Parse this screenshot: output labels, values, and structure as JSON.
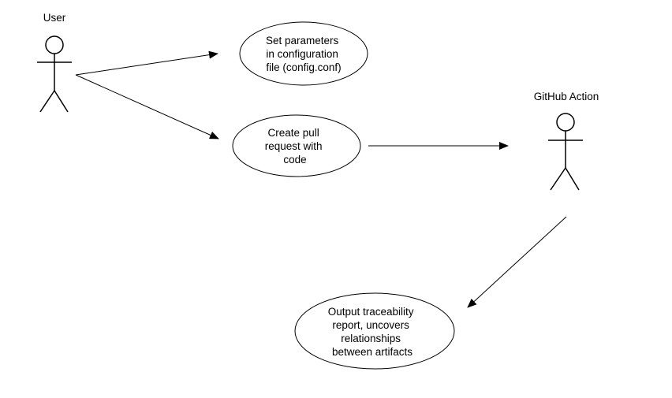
{
  "actors": {
    "user": {
      "label": "User"
    },
    "github_action": {
      "label": "GitHub Action"
    }
  },
  "use_cases": {
    "set_parameters": {
      "lines": [
        "Set parameters",
        "in configuration",
        "file (config.conf)"
      ]
    },
    "create_pull_request": {
      "lines": [
        "Create pull",
        "request with",
        "code"
      ]
    },
    "output_report": {
      "lines": [
        "Output traceability",
        "report, uncovers",
        "relationships",
        "between artifacts"
      ]
    }
  },
  "colors": {
    "stroke": "#000000",
    "background": "#ffffff"
  }
}
